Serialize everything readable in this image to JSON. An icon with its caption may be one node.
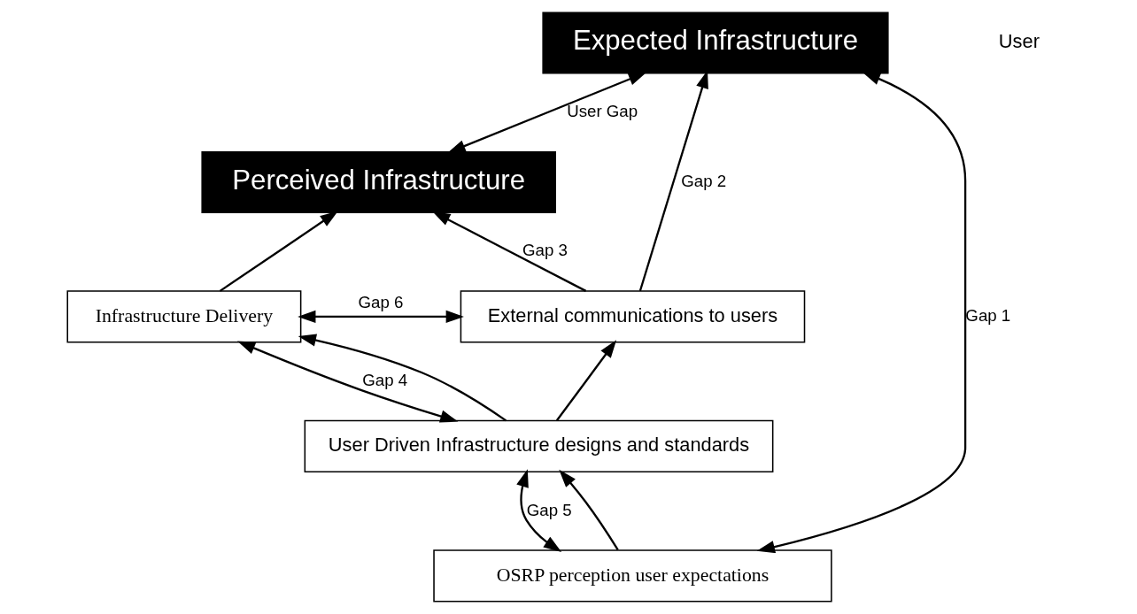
{
  "diagram": {
    "nodes": [
      {
        "text": [
          "Expected Infrastructure"
        ]
      },
      {
        "text": [
          "Perceived Infrastructure"
        ]
      },
      {
        "text": [
          "Infrastructure Delivery"
        ]
      },
      {
        "text": [
          "External communications to users"
        ]
      },
      {
        "text": [
          "User Driven Infrastructure designs and standards"
        ]
      },
      {
        "text": [
          "OSRP perception user expectations"
        ]
      }
    ],
    "edges": [
      {
        "from": 0,
        "to": 1,
        "arrow": "both",
        "label": "User Gap"
      },
      {
        "from": 2,
        "to": 1,
        "arrow": "to"
      },
      {
        "from": 3,
        "to": 0,
        "arrow": "to",
        "label": "Gap 2"
      },
      {
        "from": 3,
        "to": 1,
        "arrow": "to",
        "label": "Gap 3"
      },
      {
        "from": 2,
        "to": 3,
        "arrow": "both",
        "label": "Gap 6"
      },
      {
        "from": 2,
        "to": 4,
        "arrow": "both",
        "label": "Gap 4"
      },
      {
        "from": 4,
        "to": 2,
        "arrow": "to"
      },
      {
        "from": 4,
        "to": 3,
        "arrow": "to"
      },
      {
        "from": 4,
        "to": 5,
        "arrow": "both",
        "label": "Gap 5"
      },
      {
        "from": 5,
        "to": 4,
        "arrow": "to"
      },
      {
        "from": 5,
        "to": 0,
        "arrow": "both",
        "label": "Gap 1"
      }
    ],
    "labels": [
      "User"
    ]
  }
}
